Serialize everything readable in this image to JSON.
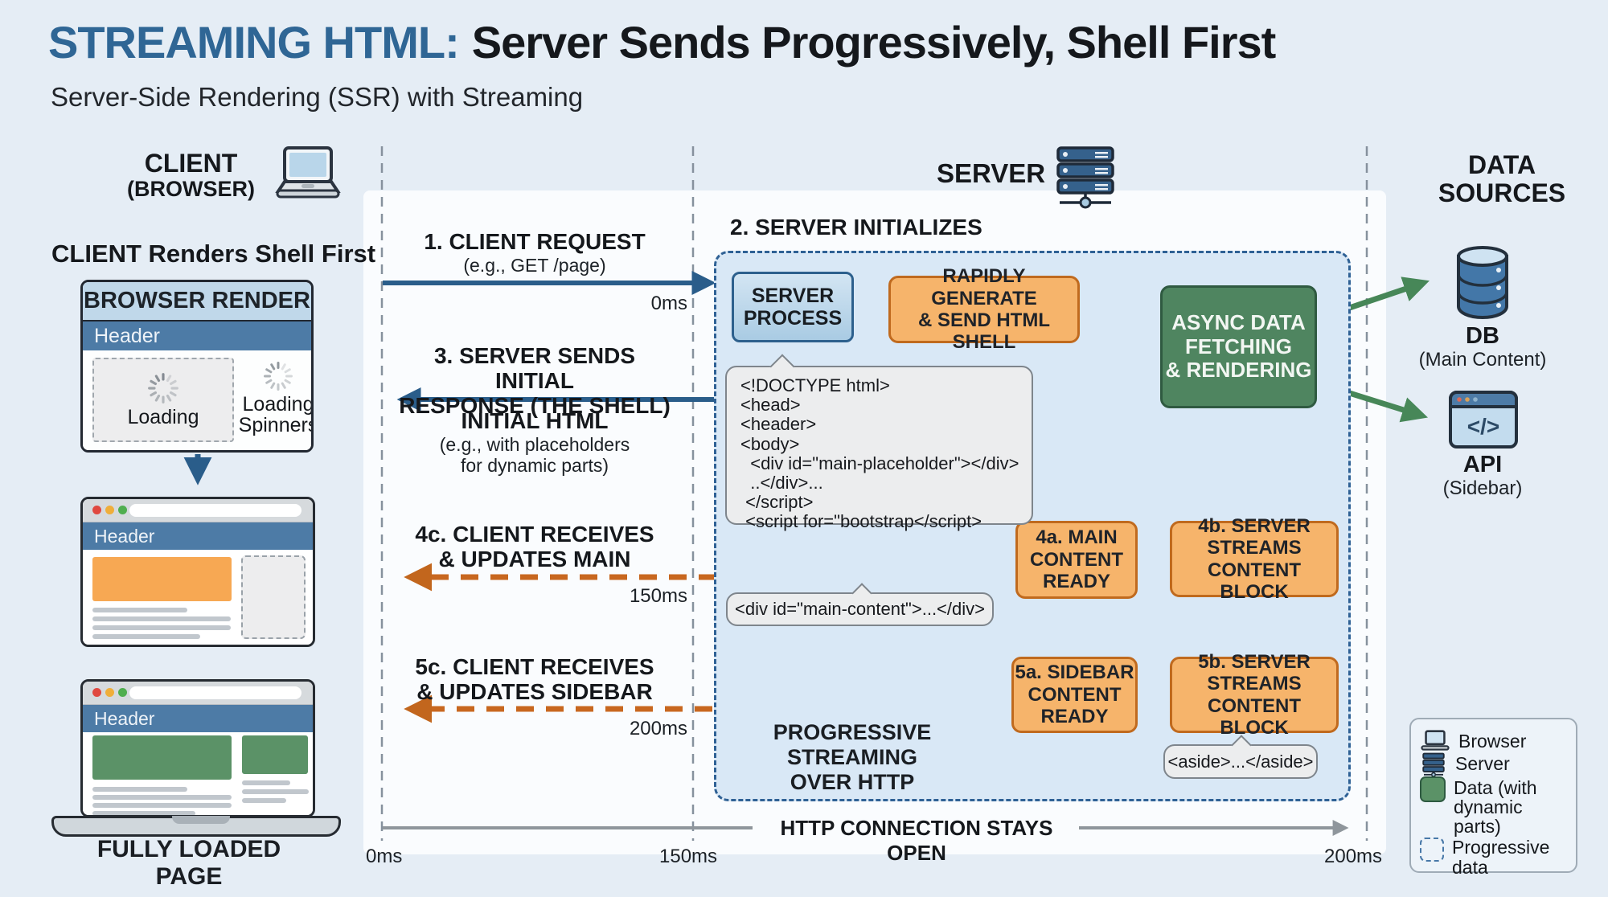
{
  "title": {
    "highlight": "STREAMING HTML:",
    "rest": "Server Sends Progressively, Shell First",
    "subtitle": "Server-Side Rendering (SSR) with Streaming"
  },
  "columns": {
    "client": {
      "line1": "CLIENT",
      "line2": "(BROWSER)"
    },
    "server": {
      "label": "SERVER"
    },
    "data_sources": {
      "label": "DATA\nSOURCES"
    }
  },
  "client_panel": {
    "heading": "CLIENT Renders Shell First",
    "browser_render": {
      "title": "BROWSER RENDER",
      "header": "Header",
      "loading_label": "Loading",
      "spinners_label": "Loading\nSpinners"
    },
    "shell_window": {
      "header": "Header"
    },
    "full_window": {
      "header": "Header"
    },
    "full_label": "FULLY LOADED PAGE"
  },
  "timeline": {
    "step1": {
      "title": "1. CLIENT REQUEST",
      "subtitle": "(e.g., GET /page)",
      "time": "0ms"
    },
    "step3": {
      "title": "3. SERVER SENDS INITIAL\nRESPONSE (THE SHELL)",
      "label": "INITIAL HTML",
      "sub": "(e.g., with placeholders\nfor dynamic parts)"
    },
    "step4c": {
      "title": "4c. CLIENT RECEIVES\n& UPDATES MAIN",
      "time": "150ms"
    },
    "step5c": {
      "title": "5c. CLIENT RECEIVES\n& UPDATES SIDEBAR",
      "time": "200ms"
    },
    "axis": {
      "label": "HTTP CONNECTION STAYS OPEN",
      "tick0": "0ms",
      "tick150": "150ms",
      "tick200": "200ms"
    }
  },
  "server_panel": {
    "step2": "2. SERVER INITIALIZES",
    "boxes": {
      "server_process": "SERVER\nPROCESS",
      "rapidly": "RAPIDLY GENERATE\n& SEND HTML SHELL",
      "async": "ASYNC DATA\nFETCHING\n& RENDERING",
      "b4a": "4a. MAIN\nCONTENT\nREADY",
      "b4b": "4b. SERVER\nSTREAMS\nCONTENT BLOCK",
      "b5a": "5a. SIDEBAR\nCONTENT\nREADY",
      "b5b": "5b. SERVER\nSTREAMS\nCONTENT BLOCK"
    },
    "code_shell": [
      "<!DOCTYPE html>",
      "<head>",
      "<header>",
      "<body>",
      "  <div id=\"main-placeholder\"></div>",
      "  ..</div>...",
      " </script>",
      " <script for=\"bootstrap</script>"
    ],
    "code_main": "<div id=\"main-content\">...</div>",
    "code_aside": "<aside>...</aside>",
    "progressive": "PROGRESSIVE STREAMING\nOVER HTTP"
  },
  "data_sources": {
    "db": {
      "name": "DB",
      "sub": "(Main Content)"
    },
    "api": {
      "name": "API",
      "sub": "(Sidebar)",
      "glyph": "</>"
    }
  },
  "legend": {
    "items": [
      {
        "icon": "laptop-icon",
        "label": "Browser"
      },
      {
        "icon": "server-icon",
        "label": "Server"
      },
      {
        "icon": "data-swatch",
        "label": "Data (with\ndynamic parts)"
      },
      {
        "icon": "progressive-swatch",
        "label": "Progressive\ndata"
      }
    ]
  },
  "colors": {
    "accent_blue": "#2f6695",
    "arrow_blue": "#2a5d8a",
    "arrow_orange": "#c2661d",
    "arrow_green": "#478758",
    "box_orange": "#f6b46b",
    "box_green": "#4f8560",
    "header_bar": "#4d7ba6",
    "region_fill": "#d9e8f6",
    "background": "#e5edf5"
  }
}
